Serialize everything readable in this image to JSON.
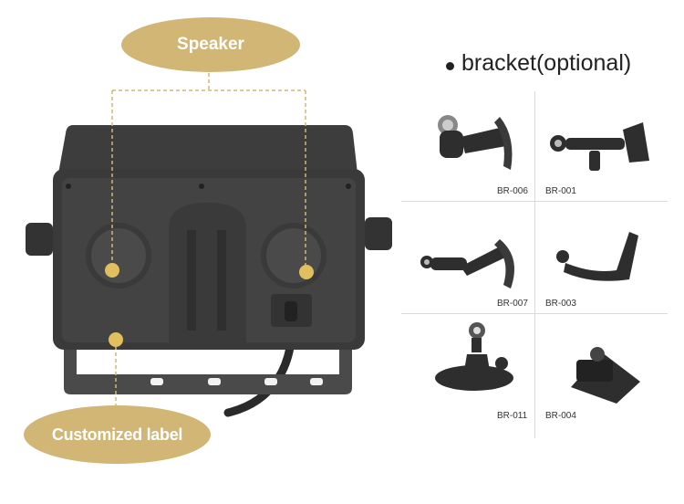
{
  "callouts": {
    "speaker": "Speaker",
    "customized_label": "Customized label"
  },
  "brackets": {
    "title": "bracket(optional)",
    "items": [
      {
        "code": "BR-006"
      },
      {
        "code": "BR-001"
      },
      {
        "code": "BR-007"
      },
      {
        "code": "BR-003"
      },
      {
        "code": "BR-011"
      },
      {
        "code": "BR-004"
      }
    ]
  },
  "colors": {
    "accent": "#d2b675",
    "device": "#3b3b3b",
    "marker": "#e1bf5f"
  }
}
